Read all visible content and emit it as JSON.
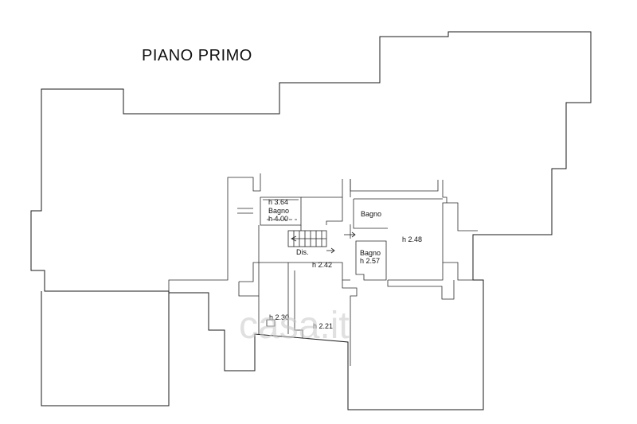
{
  "title": "PIANO PRIMO",
  "watermark": "casa.it",
  "rooms": [
    {
      "label": "h 3.64"
    },
    {
      "label": "Bagno"
    },
    {
      "label": "h 4.00"
    },
    {
      "label": "Dis."
    },
    {
      "label": "h 2.42"
    },
    {
      "label": "Bagno"
    },
    {
      "label": "h 2.48"
    },
    {
      "label": "Bagno"
    },
    {
      "label": "h 2.57"
    },
    {
      "label": "h 2.30"
    },
    {
      "label": "h 2.21"
    }
  ],
  "colors": {
    "line": "#1a1a1a",
    "background": "#ffffff",
    "watermark": "#c8c8c8"
  }
}
